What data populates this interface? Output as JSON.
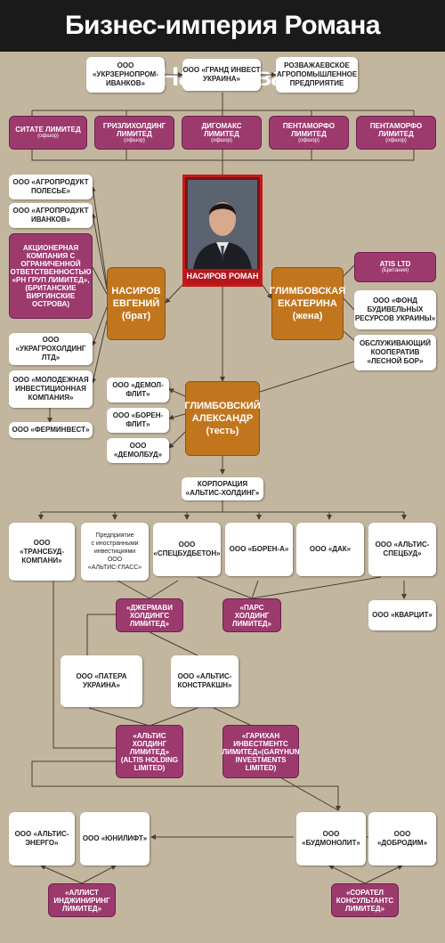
{
  "title": "Бизнес-империя Романа Насирова",
  "colors": {
    "background": "#c3b69f",
    "white_box": "#ffffff",
    "purple_box": "#9c3a6e",
    "orange_box": "#c1761e",
    "title_bar": "#1a1a1a",
    "photo_border": "#c41a1a"
  },
  "center": {
    "name": "НАСИРОВ РОМАН"
  },
  "top_row": {
    "ukrzerno": "ООО\n«УКРЗЕРНОПРОМ-\nИВАНКОВ»",
    "grand": "ООО «ГРАНД ИНВЕСТ\nУКРАИНА»",
    "rozvazh": "РОЗВАЖАЕВСКОЕ\nАГРОПОМЫШЛЕННОЕ\nПРЕДПРИЯТИЕ"
  },
  "offshore_row": {
    "sitate": "СИТАТЕ ЛИМИТЕД",
    "grizli": "ГРИЗЛИХОЛДИНГ\nЛИМИТЕД",
    "digomaks": "ДИГОМАКС\nЛИМИТЕД",
    "pentamorfo1": "ПЕНТАМОРФО\nЛИМИТЕД",
    "pentamorfo2": "ПЕНТАМОРФО\nЛИМИТЕД",
    "offshore_note": "(офшор)"
  },
  "brother": {
    "name": "НАСИРОВ\nЕВГЕНИЙ",
    "role": "(брат)",
    "agro_polesye": "ООО «АГРОПРОДУКТ\nПОЛЕСЬЕ»",
    "agro_ivankov": "ООО «АГРОПРОДУКТ\nИВАНКОВ»",
    "rn_group": "АКЦИОНЕРНАЯ\nКОМПАНИЯ С\nОГРАНИЧЕННОЙ\nОТВЕТСТВЕННОСТЬЮ\n«РН ГРУП ЛИМИТЕД»,\n(БРИТАНСКИЕ\nВИРГИНСКИЕ\nОСТРОВА)",
    "ukragro": "ООО\n«УКРАГРОХОЛДИНГ\nЛТД»",
    "youth_invest": "ООО «МОЛОДЕЖНАЯ\nИНВЕСТИЦИОННАЯ\nКОМПАНИЯ»",
    "ferminvest": "ООО «ФЕРМИНВЕСТ»"
  },
  "wife": {
    "name": "ГЛИМБОВСКАЯ\nЕКАТЕРИНА",
    "role": "(жена)",
    "atis": "ATIS LTD",
    "atis_note": "(Британия)",
    "fond": "ООО «ФОНД\nБУДИВЕЛЬНЫХ\nРЕСУРСОВ УКРАИНЫ»",
    "lesnoy": "ОБСЛУЖИВАЮЩИЙ\nКООПЕРАТИВ\n«ЛЕСНОЙ БОР»"
  },
  "father_in_law": {
    "name": "ГЛИМБОВСКИЙ\nАЛЕКСАНДР",
    "role": "(тесть)",
    "demol": "ООО «ДЕМОЛ-\nФЛИТ»",
    "boren_flit": "ООО «БОРЕН-\nФЛИТ»",
    "demolbud": "ООО\n«ДЕМОЛБУД»"
  },
  "corporation": {
    "name": "КОРПОРАЦИЯ\n«АЛЬТИС-ХОЛДИНГ»",
    "transbud": "ООО\n«ТРАНСБУД-\nКОМПАНИ»",
    "altis_glass": "Предприятие\nс иностранными\nинвестициями\nООО\n«АЛЬТИС-ГЛАСС»",
    "spetsbudbeton": "ООО\n«СПЕЦБУДБЕТОН»",
    "boren_a": "ООО «БОРЕН-А»",
    "dak": "ООО «ДАК»",
    "altis_spetsbud": "ООО «АЛЬТИС-\nСПЕЦБУД»",
    "dzhermavi": "«ДЖЕРМАВИ\nХОЛДИНГС\nЛИМИТЕД»",
    "pars": "«ПАРС\nХОЛДИНГ\nЛИМИТЕД»",
    "kvartsit": "ООО «КВАРЦИТ»",
    "patera": "ООО «ПАТЕРА\nУКРАИНА»",
    "altis_konstr": "ООО «АЛЬТИС-\nКОНСТРАКШН»",
    "altis_holding_ltd": "«АЛЬТИС\nХОЛДИНГ\nЛИМИТЕД»\n(ALTIS HOLDING\nLIMITED)",
    "garyhun": "«ГАРИХАН\nИНВЕСТМЕНТС\nЛИМИТЕД»(GARYHUN\nINVESTMENTS\nLIMITED)",
    "altis_energo": "ООО «АЛЬТИС-\nЭНЕРГО»",
    "yunilift": "ООО «ЮНИЛИФТ»",
    "budmonolit": "ООО\n«БУДМОНОЛИТ»",
    "dobrodim": "ООО «ДОБРОДИМ»",
    "allist": "«АЛЛИСТ\nИНДЖИНИРИНГ\nЛИМИТЕД»",
    "soratel": "«СОРАТЕЛ\nКОНСУЛЬТАНТС\nЛИМИТЕД»"
  }
}
